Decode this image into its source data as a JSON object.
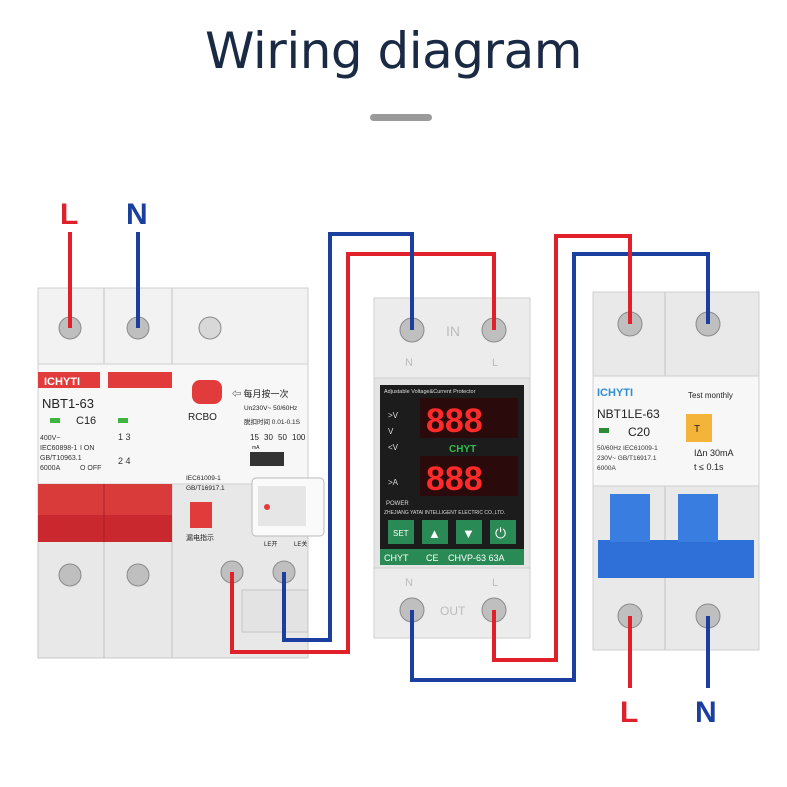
{
  "title": "Wiring diagram",
  "colors": {
    "live": "#e0202a",
    "neutral": "#1a3f9e",
    "title": "#1a2a44"
  },
  "terminals": {
    "input_live": "L",
    "input_neutral": "N",
    "output_live": "L",
    "output_neutral": "N"
  },
  "rcbo": {
    "brand": "ICHYTI",
    "model": "NBT1-63",
    "rating": "C16",
    "spec_lines": [
      "400V~",
      "IEC60898-1",
      "GB/T10963.1",
      "6000A"
    ],
    "on_label": "I ON",
    "off_label": "O OFF",
    "name": "RCBO",
    "test_hint": "每月按一次",
    "voltage": "Un230V~  50/60Hz",
    "trip_time": "脱扣时间 0.01-0.1S",
    "current_table": [
      "15",
      "30",
      "50",
      "100"
    ],
    "current_unit": "mA",
    "standards": [
      "IEC61009-1",
      "GB/T16917.1"
    ],
    "leak_indicator": "漏电指示",
    "switch_labels": [
      "LE开",
      "LE关"
    ]
  },
  "protector": {
    "in_label": "IN",
    "out_label": "OUT",
    "top_n": "N",
    "top_l": "L",
    "bot_n": "N",
    "bot_l": "L",
    "header": "Adjustable Voltage&Current Protector",
    "indicators": [
      ">V",
      "V",
      "<V",
      ">A"
    ],
    "brand_mid": "CHYT",
    "display_top": "888",
    "display_bottom": "888",
    "power_label": "POWER",
    "company": "ZHEJIANG YATAI INTELLIGENT ELECTRIC CO.,LTD.",
    "buttons": [
      "SET",
      "▲",
      "▼",
      "⏻"
    ],
    "brand_bottom": "CHYT",
    "ce": "CE",
    "model": "CHVP-63 63A"
  },
  "rccb": {
    "brand": "ICHYTI",
    "model": "NBT1LE-63",
    "rating": "C20",
    "test_label": "Test monthly",
    "test_key": "T",
    "spec_lines": [
      "50/60Hz  IEC61009-1",
      "230V~  GB/T16917.1",
      "6000A"
    ],
    "sens": "IΔn 30mA",
    "time": "t ≤ 0.1s"
  }
}
